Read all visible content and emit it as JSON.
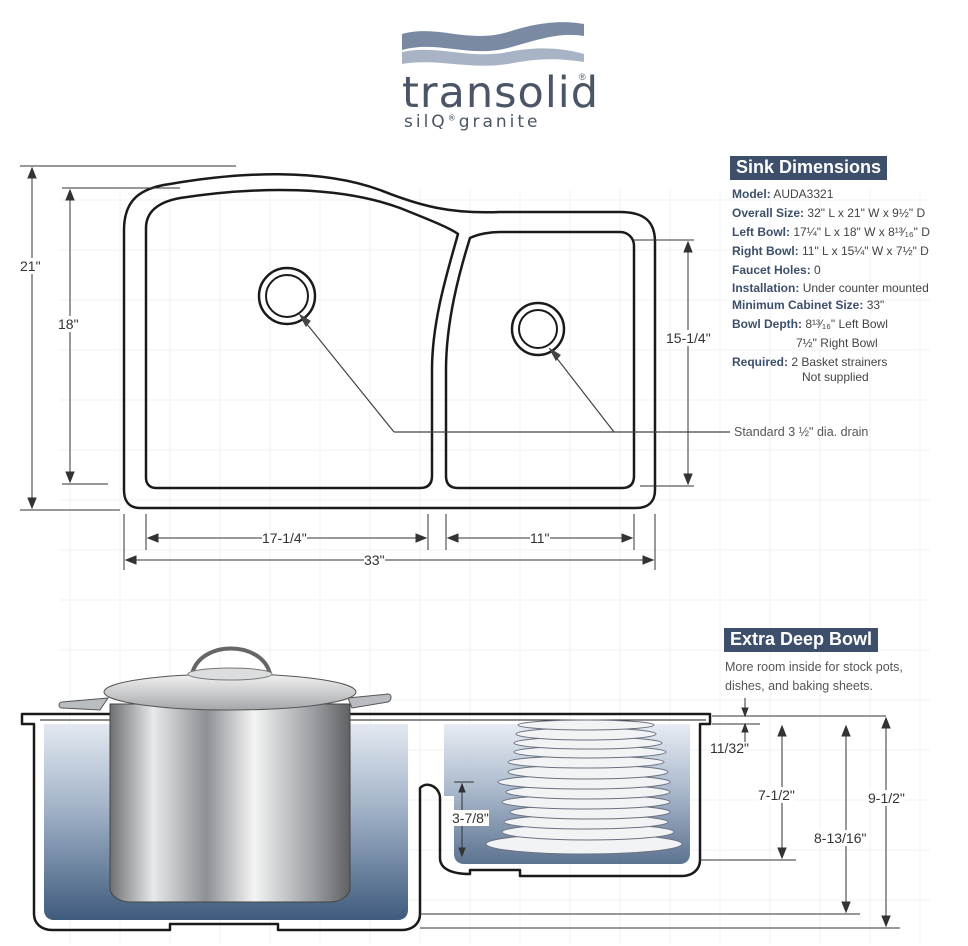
{
  "brand": {
    "name": "transolid",
    "registered_mark": "®",
    "subline": "silQ",
    "subline_mark": "®",
    "subline_rest": "granite"
  },
  "sink_dimensions": {
    "heading": "Sink Dimensions",
    "specs": [
      {
        "label": "Model:",
        "value": "AUDA3321"
      },
      {
        "label": "Overall Size:",
        "value": "32\" L x 21\" W x 9½\" D"
      },
      {
        "label": "Left Bowl:",
        "value": "17¼\" L x 18\" W x 8¹³⁄₁₆\" D"
      },
      {
        "label": "Right Bowl:",
        "value": "11\" L x 15¼\" W x 7½\" D"
      },
      {
        "label": "Faucet Holes:",
        "value": "0"
      },
      {
        "label": "Installation:",
        "value": "Under counter mounted"
      },
      {
        "label": "Minimum Cabinet Size:",
        "value": "33\""
      },
      {
        "label": "Bowl Depth:",
        "value": "8¹³⁄₁₆\" Left Bowl"
      },
      {
        "label": "",
        "value": "7½\" Right Bowl"
      },
      {
        "label": "Required:",
        "value": "2 Basket strainers"
      },
      {
        "label": "",
        "value": "Not supplied"
      }
    ]
  },
  "top_view": {
    "overall_width": "21\"",
    "left_bowl_width": "18\"",
    "right_bowl_width": "15-1/4\"",
    "left_bowl_length": "17-1/4\"",
    "right_bowl_length": "11\"",
    "overall_length": "33\"",
    "drain_callout": "Standard 3 ½\" dia. drain"
  },
  "extra_deep_bowl": {
    "heading": "Extra Deep Bowl",
    "description_line1": "More room inside for stock pots,",
    "description_line2": "dishes, and baking sheets."
  },
  "side_view": {
    "rim_thickness": "11/32\"",
    "right_depth": "7-1/2\"",
    "overall_depth": "9-1/2\"",
    "left_depth": "8-13/16\"",
    "step_height": "3-7/8\""
  },
  "colors": {
    "heading_bg": "#3d4f6b",
    "logo_wave": "#7a8aa3",
    "sink_outline": "#1a1a1a",
    "water_top": "#c9d3e0",
    "water_bottom": "#4a6585"
  }
}
